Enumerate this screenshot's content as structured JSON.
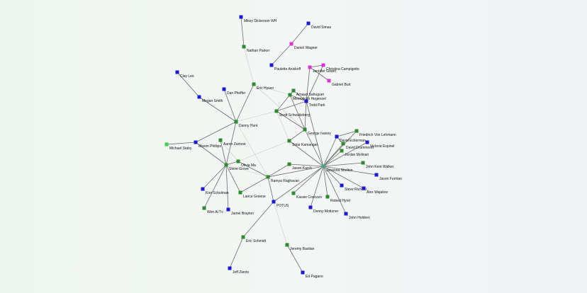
{
  "colors": {
    "blue": "#1a1ad6",
    "green": "#2d8a2d",
    "magenta": "#e030d8",
    "bright_green": "#3fd24a",
    "hub": "#4aa38a",
    "edge_dark": "#6b6b6b",
    "edge_light": "#c9ccc9"
  },
  "nodes": [
    {
      "id": "mikey",
      "label": "Mikey Dickerson WH",
      "color": "blue"
    },
    {
      "id": "david_simas",
      "label": "David Simas",
      "color": "blue"
    },
    {
      "id": "nathan",
      "label": "Nathan Parker",
      "color": "green"
    },
    {
      "id": "daniel_wagner",
      "label": "Daniel Wagner",
      "color": "magenta"
    },
    {
      "id": "paulette",
      "label": "Paulette Aniskoff",
      "color": "blue"
    },
    {
      "id": "jennifer",
      "label": "Jennifer Green",
      "color": "magenta"
    },
    {
      "id": "christina",
      "label": "Christina Campigotto",
      "color": "magenta"
    },
    {
      "id": "gabriel",
      "label": "Gabriel Burt",
      "color": "magenta"
    },
    {
      "id": "clay",
      "label": "Clay Lee",
      "color": "blue"
    },
    {
      "id": "eric_hysen",
      "label": "Eric Hysen",
      "color": "green"
    },
    {
      "id": "arnaud",
      "label": "Arnaud Sahuguet",
      "color": "green"
    },
    {
      "id": "dan_pfeiffer",
      "label": "Dan Pfeiffer",
      "color": "blue"
    },
    {
      "id": "meenakshi",
      "label": "Meenakshi Hegenzel",
      "color": "green"
    },
    {
      "id": "megan",
      "label": "Megan Smith",
      "color": "blue"
    },
    {
      "id": "todd",
      "label": "Todd Park",
      "color": "blue"
    },
    {
      "id": "scott",
      "label": "Scott Schwaitzberg",
      "color": "green"
    },
    {
      "id": "danny_hunt",
      "label": "Danny Hunt",
      "color": "green"
    },
    {
      "id": "george",
      "label": "George Ivanov",
      "color": "green"
    },
    {
      "id": "friedrich",
      "label": "Friedrich Von Lehmann",
      "color": "green"
    },
    {
      "id": "david_eckerman",
      "label": "David Eckerman",
      "color": "blue"
    },
    {
      "id": "david_drummond",
      "label": "David Drummond",
      "color": "green"
    },
    {
      "id": "michael_staby",
      "label": "Michael Staby",
      "color": "bright_green"
    },
    {
      "id": "maxim",
      "label": "Maxim Phillips",
      "color": "blue"
    },
    {
      "id": "aaron",
      "label": "Aaron Zamost",
      "color": "green"
    },
    {
      "id": "solar",
      "label": "Solar Kamangar",
      "color": "green"
    },
    {
      "id": "victoria",
      "label": "Victoria Espinel",
      "color": "blue"
    },
    {
      "id": "jordan",
      "label": "Jordan Molinari",
      "color": "green"
    },
    {
      "id": "olivia",
      "label": "Olivia Ma",
      "color": "green"
    },
    {
      "id": "steve_grove",
      "label": "Steve Grove",
      "color": "green"
    },
    {
      "id": "jason_karch",
      "label": "Jason Karch",
      "color": "green"
    },
    {
      "id": "johanna",
      "label": "Johanna Shelton",
      "color": "hub"
    },
    {
      "id": "john_walker",
      "label": "John Kent Walker",
      "color": "green"
    },
    {
      "id": "jason_furman",
      "label": "Jason Furman",
      "color": "blue"
    },
    {
      "id": "ramya",
      "label": "Ramya Raghavan",
      "color": "green"
    },
    {
      "id": "kori",
      "label": "Kori Schulman",
      "color": "blue"
    },
    {
      "id": "lance",
      "label": "Lance Greene",
      "color": "green"
    },
    {
      "id": "steve_richetti",
      "label": "Steve Richetti",
      "color": "blue"
    },
    {
      "id": "alex",
      "label": "Alex Wajalow",
      "color": "blue"
    },
    {
      "id": "kassie",
      "label": "Kassie Cocozzo",
      "color": "green"
    },
    {
      "id": "robert",
      "label": "Robert Hyrel",
      "color": "green"
    },
    {
      "id": "potus",
      "label": "POTUS",
      "color": "blue"
    },
    {
      "id": "wen",
      "label": "Wen Ai Tv",
      "color": "green"
    },
    {
      "id": "jamie",
      "label": "Jamie Brayton",
      "color": "blue"
    },
    {
      "id": "denny",
      "label": "Denny Mottzner",
      "color": "blue"
    },
    {
      "id": "john_holdren",
      "label": "John Holdren",
      "color": "blue"
    },
    {
      "id": "eric_schmidt",
      "label": "Eric Schmidt",
      "color": "green"
    },
    {
      "id": "jeremy",
      "label": "Jeremy Bastian",
      "color": "green"
    },
    {
      "id": "jeff",
      "label": "Jeff Zients",
      "color": "blue"
    },
    {
      "id": "ed",
      "label": "Ed Pagano",
      "color": "blue"
    }
  ],
  "edges": [
    [
      "mikey",
      "nathan",
      "dark"
    ],
    [
      "nathan",
      "eric_hysen",
      "light"
    ],
    [
      "david_simas",
      "daniel_wagner",
      "dark"
    ],
    [
      "daniel_wagner",
      "paulette",
      "dark"
    ],
    [
      "jennifer",
      "christina",
      "dark"
    ],
    [
      "jennifer",
      "gabriel",
      "dark"
    ],
    [
      "jennifer",
      "todd",
      "dark"
    ],
    [
      "christina",
      "todd",
      "dark"
    ],
    [
      "clay",
      "megan",
      "dark"
    ],
    [
      "megan",
      "danny_hunt",
      "dark"
    ],
    [
      "dan_pfeiffer",
      "danny_hunt",
      "dark"
    ],
    [
      "eric_hysen",
      "danny_hunt",
      "dark"
    ],
    [
      "danny_hunt",
      "maxim",
      "dark"
    ],
    [
      "danny_hunt",
      "steve_grove",
      "dark"
    ],
    [
      "danny_hunt",
      "scott",
      "light"
    ],
    [
      "maxim",
      "michael_staby",
      "dark"
    ],
    [
      "maxim",
      "steve_grove",
      "dark"
    ],
    [
      "aaron",
      "steve_grove",
      "dark"
    ],
    [
      "steve_grove",
      "olivia",
      "dark"
    ],
    [
      "steve_grove",
      "kori",
      "dark"
    ],
    [
      "steve_grove",
      "wen",
      "dark"
    ],
    [
      "steve_grove",
      "lance",
      "dark"
    ],
    [
      "steve_grove",
      "jamie",
      "dark"
    ],
    [
      "steve_grove",
      "ramya",
      "light"
    ],
    [
      "arnaud",
      "meenakshi",
      "dark"
    ],
    [
      "arnaud",
      "todd",
      "dark"
    ],
    [
      "meenakshi",
      "scott",
      "dark"
    ],
    [
      "meenakshi",
      "todd",
      "dark"
    ],
    [
      "meenakshi",
      "george",
      "dark"
    ],
    [
      "meenakshi",
      "eric_hysen",
      "light"
    ],
    [
      "scott",
      "todd",
      "dark"
    ],
    [
      "scott",
      "george",
      "dark"
    ],
    [
      "todd",
      "george",
      "dark"
    ],
    [
      "todd",
      "johanna",
      "dark"
    ],
    [
      "george",
      "solar",
      "dark"
    ],
    [
      "george",
      "johanna",
      "dark"
    ],
    [
      "solar",
      "johanna",
      "dark"
    ],
    [
      "friedrich",
      "johanna",
      "dark"
    ],
    [
      "david_eckerman",
      "johanna",
      "dark"
    ],
    [
      "david_drummond",
      "johanna",
      "dark"
    ],
    [
      "victoria",
      "johanna",
      "dark"
    ],
    [
      "jordan",
      "johanna",
      "dark"
    ],
    [
      "john_walker",
      "johanna",
      "dark"
    ],
    [
      "jason_furman",
      "johanna",
      "dark"
    ],
    [
      "steve_richetti",
      "johanna",
      "dark"
    ],
    [
      "alex",
      "johanna",
      "dark"
    ],
    [
      "robert",
      "johanna",
      "dark"
    ],
    [
      "john_holdren",
      "johanna",
      "dark"
    ],
    [
      "kassie",
      "johanna",
      "dark"
    ],
    [
      "denny",
      "johanna",
      "dark"
    ],
    [
      "jason_karch",
      "johanna",
      "dark"
    ],
    [
      "ramya",
      "johanna",
      "dark"
    ],
    [
      "potus",
      "johanna",
      "dark"
    ],
    [
      "friedrich",
      "david_eckerman",
      "dark"
    ],
    [
      "david_eckerman",
      "david_drummond",
      "dark"
    ],
    [
      "ramya",
      "jason_karch",
      "dark"
    ],
    [
      "ramya",
      "potus",
      "dark"
    ],
    [
      "ramya",
      "olivia",
      "dark"
    ],
    [
      "ramya",
      "lance",
      "dark"
    ],
    [
      "potus",
      "eric_schmidt",
      "dark"
    ],
    [
      "potus",
      "jeremy",
      "light"
    ],
    [
      "eric_schmidt",
      "jeff",
      "dark"
    ],
    [
      "jeremy",
      "ed",
      "dark"
    ],
    [
      "olivia",
      "solar",
      "light"
    ],
    [
      "aaron",
      "olivia",
      "light"
    ],
    [
      "scott",
      "solar",
      "light"
    ],
    [
      "danny_hunt",
      "ramya",
      "light"
    ],
    [
      "eric_hysen",
      "george",
      "light"
    ]
  ]
}
